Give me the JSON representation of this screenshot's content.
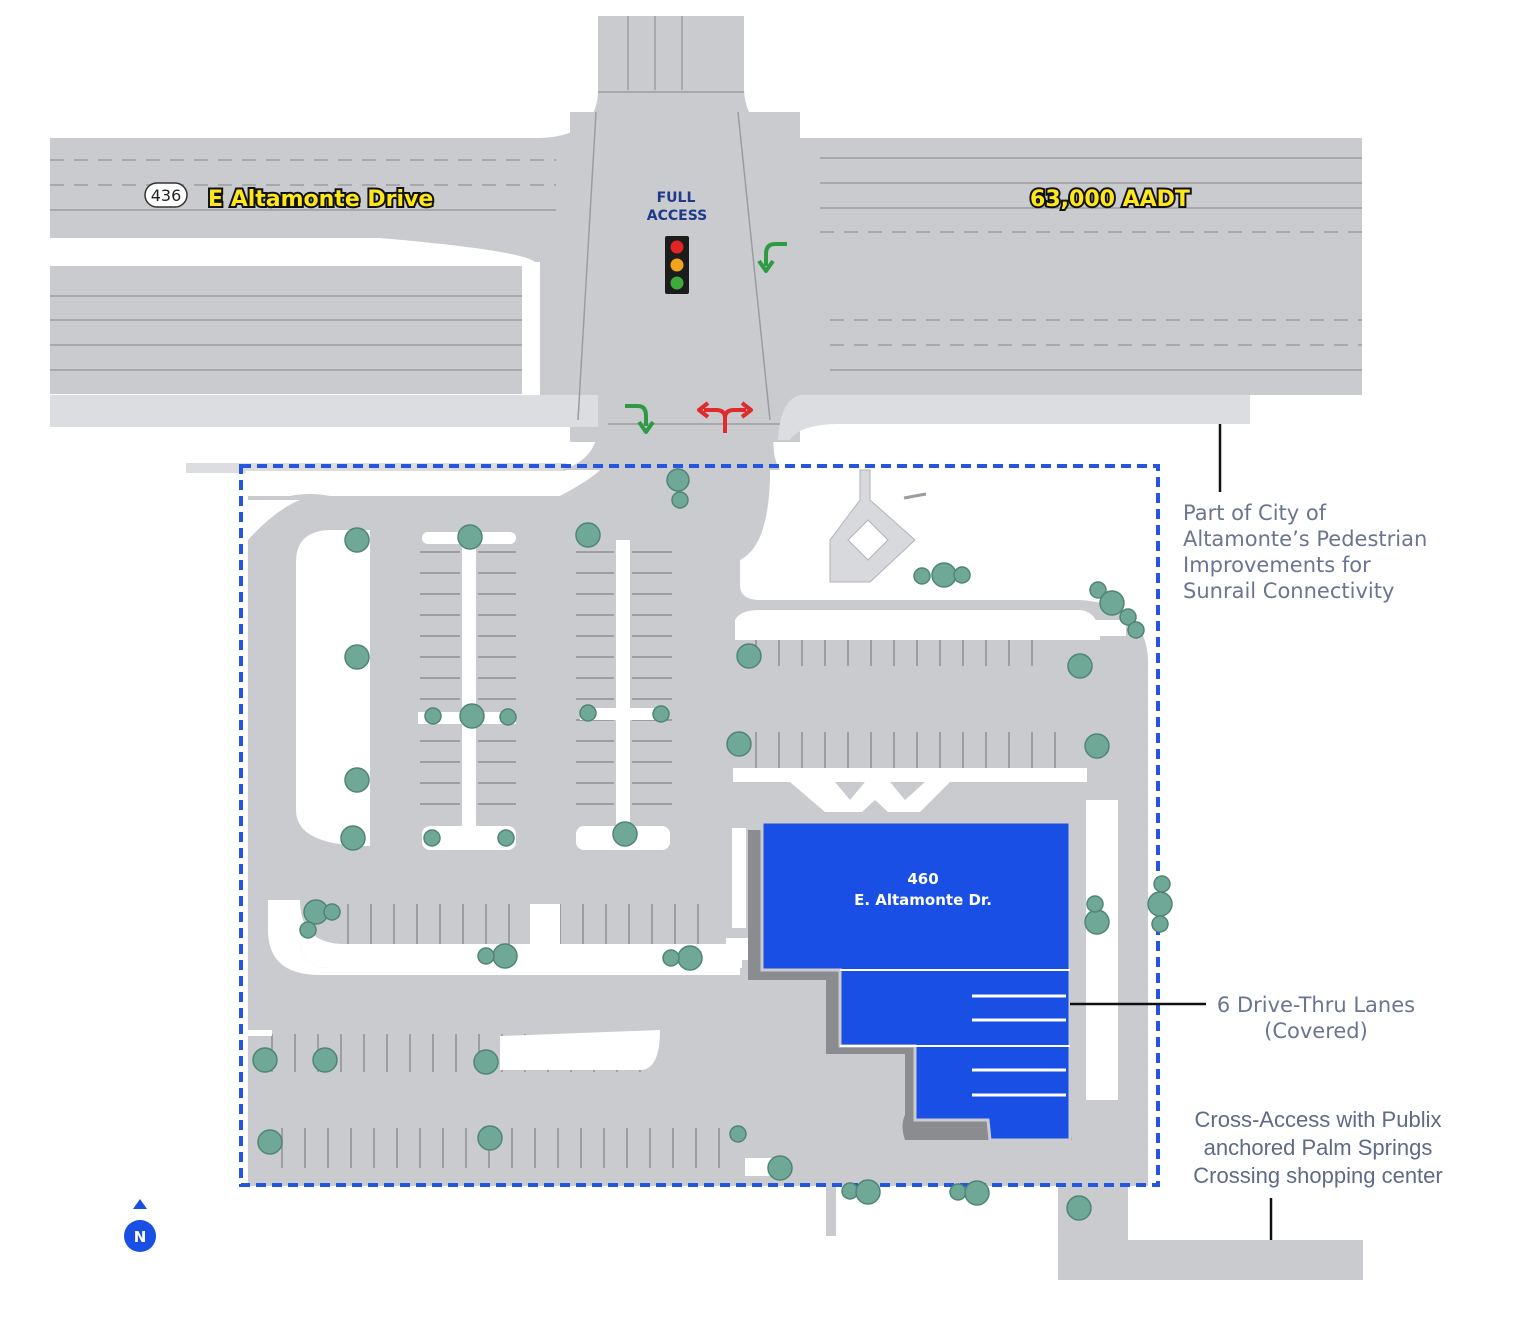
{
  "road": {
    "shield_number": "436",
    "name": "E Altamonte Drive",
    "traffic_count": "63,000 AADT"
  },
  "access": {
    "line1": "FULL",
    "line2": "ACCESS"
  },
  "building": {
    "number": "460",
    "street": "E. Altamonte Dr.",
    "color": "#1a4fe6"
  },
  "annotations": {
    "pedestrian": [
      "Part of City of",
      "Altamonte’s Pedestrian",
      "Improvements for",
      "Sunrail Connectivity"
    ],
    "drive_thru": [
      "6 Drive-Thru Lanes",
      "(Covered)"
    ],
    "cross_access": [
      "Cross-Access with Publix",
      "anchored Palm Springs",
      "Crossing shopping center"
    ]
  },
  "compass": {
    "label": "N"
  },
  "colors": {
    "pavement": "#c9cbcf",
    "boundary": "#2456e0",
    "tree": "#6fa897",
    "highlight_text": "#ffe81a",
    "green_arrow": "#2f9a45",
    "red_arrow": "#e02b2b"
  }
}
